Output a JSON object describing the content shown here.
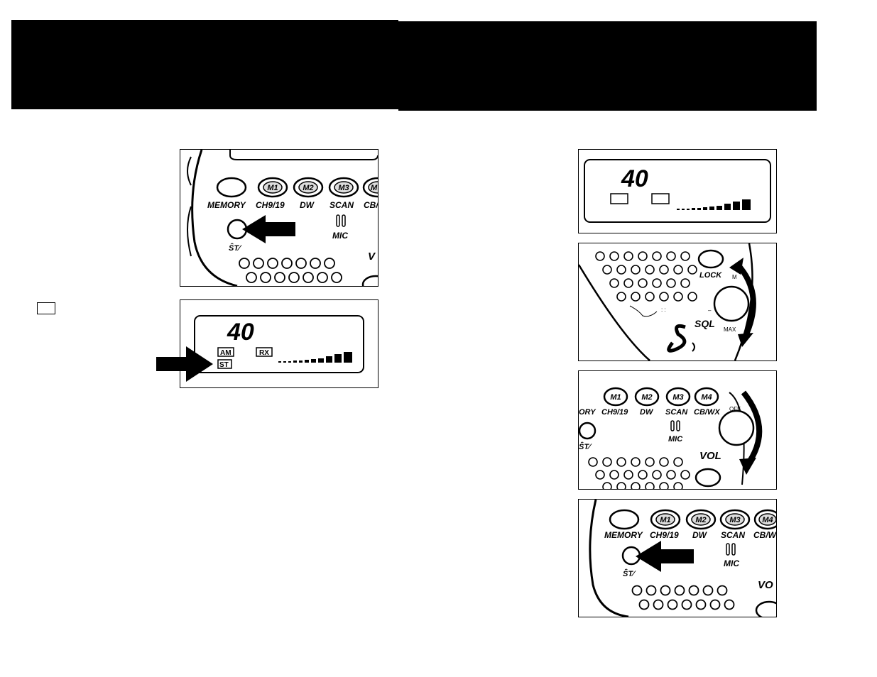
{
  "keys": {
    "memory": "MEMORY",
    "ch919": "CH9/19",
    "dw": "DW",
    "scan": "SCAN",
    "cb_partial": "CB/",
    "cbwx": "CB/WX",
    "cbw_partial": "CB/W",
    "mory_partial": "ORY",
    "m1": "M1",
    "m2": "M2",
    "m3": "M3",
    "m4": "M4",
    "m_partial": "M",
    "mic": "MIC",
    "vol": "VOL",
    "vol_partial": "VO",
    "v_partial": "V",
    "lock": "LOCK",
    "sql": "SQL",
    "off": "OFF",
    "max": "MAX"
  },
  "lcd": {
    "channel": "40",
    "am": "AM",
    "rx": "RX",
    "st": "ST"
  },
  "colors": {
    "ink": "#000000",
    "paper": "#ffffff"
  }
}
